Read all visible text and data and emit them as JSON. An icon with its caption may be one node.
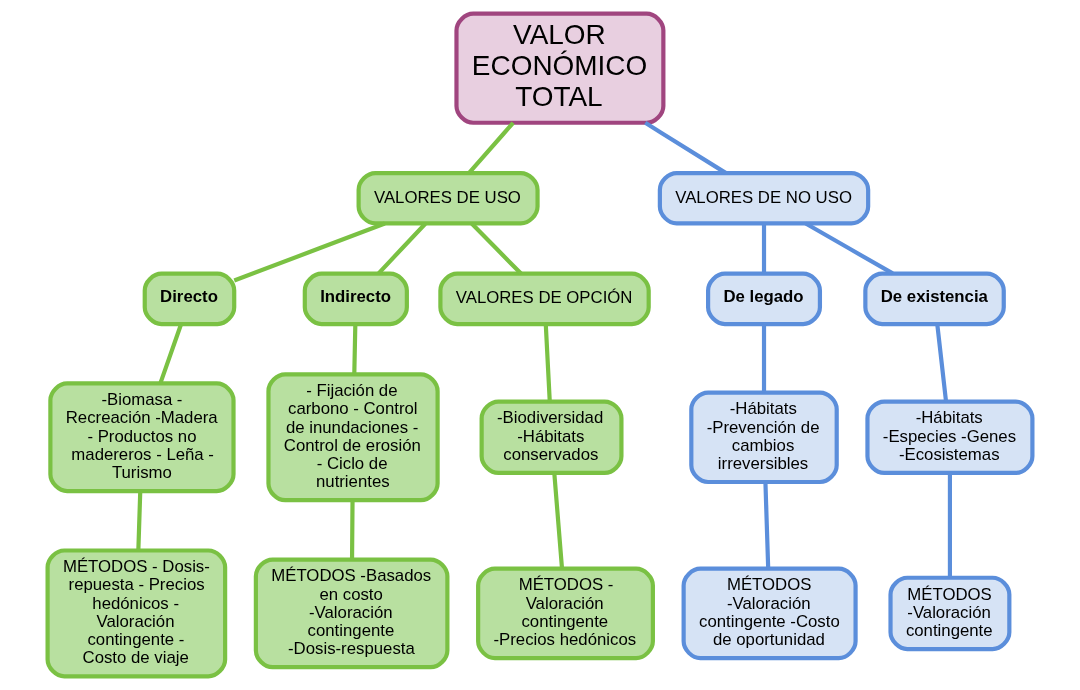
{
  "diagram": {
    "nodes": [
      {
        "text": [
          "VALOR ECONÓMICO TOTAL"
        ]
      },
      {
        "text": [
          "VALORES DE USO"
        ]
      },
      {
        "text": [
          "VALORES DE NO USO"
        ]
      },
      {
        "text": [
          "Directo"
        ]
      },
      {
        "text": [
          "Indirecto"
        ]
      },
      {
        "text": [
          "VALORES DE OPCIÓN"
        ]
      },
      {
        "text": [
          "De legado"
        ]
      },
      {
        "text": [
          "De existencia"
        ]
      },
      {
        "text": [
          "-Biomasa - Recreación -Madera - Productos no madereros - Leña - Turismo"
        ]
      },
      {
        "text": [
          "- Fijación de carbono - Control de inundaciones - Control de erosión - Ciclo de nutrientes"
        ]
      },
      {
        "text": [
          "-Biodiversidad -Hábitats conservados"
        ]
      },
      {
        "text": [
          "-Hábitats -Prevención de cambios irreversibles"
        ]
      },
      {
        "text": [
          "-Hábitats -Especies -Genes -Ecosistemas"
        ]
      },
      {
        "text": [
          "MÉTODOS - Dosis-repuesta - Precios hedónicos - Valoración contingente - Costo de viaje"
        ]
      },
      {
        "text": [
          "MÉTODOS -Basados en costo -Valoración contingente -Dosis-respuesta"
        ]
      },
      {
        "text": [
          "MÉTODOS - Valoración contingente -Precios hedónicos"
        ]
      },
      {
        "text": [
          "MÉTODOS -Valoración contingente -Costo de oportunidad"
        ]
      },
      {
        "text": [
          "MÉTODOS -Valoración contingente"
        ]
      }
    ],
    "edges": [
      {
        "from": 0,
        "to": 1,
        "arrow": "none"
      },
      {
        "from": 0,
        "to": 2,
        "arrow": "none",
        "color": "#5b8edb"
      },
      {
        "from": 1,
        "to": 3,
        "arrow": "none"
      },
      {
        "from": 1,
        "to": 4,
        "arrow": "none"
      },
      {
        "from": 1,
        "to": 5,
        "arrow": "none"
      },
      {
        "from": 2,
        "to": 6,
        "arrow": "none",
        "color": "#5b8edb"
      },
      {
        "from": 2,
        "to": 7,
        "arrow": "none",
        "color": "#5b8edb"
      },
      {
        "from": 3,
        "to": 8,
        "arrow": "none"
      },
      {
        "from": 4,
        "to": 9,
        "arrow": "none"
      },
      {
        "from": 5,
        "to": 10,
        "arrow": "none"
      },
      {
        "from": 6,
        "to": 11,
        "arrow": "none",
        "color": "#5b8edb"
      },
      {
        "from": 7,
        "to": 12,
        "arrow": "none",
        "color": "#5b8edb"
      },
      {
        "from": 8,
        "to": 13,
        "arrow": "none"
      },
      {
        "from": 9,
        "to": 14,
        "arrow": "none"
      },
      {
        "from": 10,
        "to": 15,
        "arrow": "none"
      },
      {
        "from": 11,
        "to": 16,
        "arrow": "none",
        "color": "#5b8edb"
      },
      {
        "from": 12,
        "to": 17,
        "arrow": "none",
        "color": "#5b8edb"
      }
    ]
  }
}
